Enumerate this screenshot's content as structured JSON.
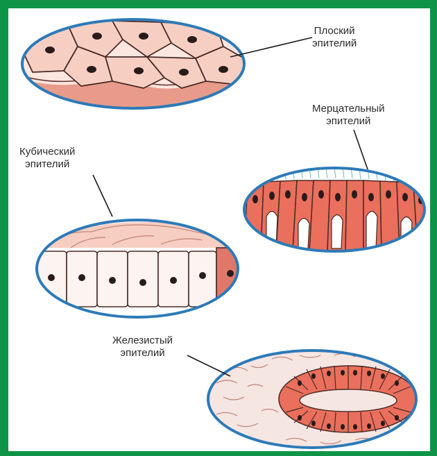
{
  "labels": {
    "squamous": {
      "line1": "Плоский",
      "line2": "эпителий"
    },
    "ciliated": {
      "line1": "Мерцательный",
      "line2": "эпителий"
    },
    "cuboidal": {
      "line1": "Кубический",
      "line2": "эпителий"
    },
    "glandular": {
      "line1": "Железистый",
      "line2": "эпителий"
    }
  },
  "colors": {
    "frame": "#0f9447",
    "ellipse_border": "#2d7ab8",
    "cell_pink": "#f7d0c4",
    "cell_red": "#ea6f5c",
    "nucleus": "#2a1b1b",
    "tissue_bg": "#f6e6e2"
  }
}
